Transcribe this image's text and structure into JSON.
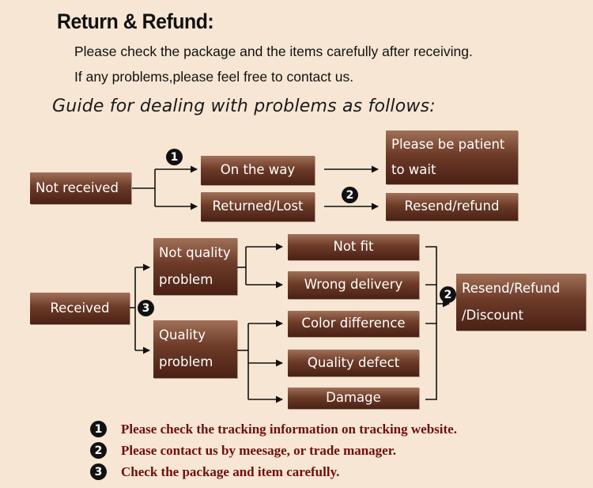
{
  "header": {
    "title": "Return & Refund:",
    "lines": [
      "Please check the package and the items carefully after receiving.",
      "If any problems,please feel free to contact us."
    ],
    "guide": "Guide for dealing with problems as follows:"
  },
  "flow": {
    "not_received": "Not received",
    "on_the_way": "On the way",
    "returned_lost": "Returned/Lost",
    "patient": [
      "Please be patient",
      "to wait"
    ],
    "resend_refund_small": "Resend/refund",
    "received": "Received",
    "not_quality": [
      "Not quality",
      "problem"
    ],
    "quality": [
      "Quality",
      "problem"
    ],
    "not_fit": "Not fit",
    "wrong_delivery": "Wrong delivery",
    "color_difference": "Color difference",
    "quality_defect": "Quality defect",
    "damage": "Damage",
    "resend_refund_discount": [
      "Resend/Refund",
      "/Discount"
    ]
  },
  "badges": {
    "one": "1",
    "two": "2",
    "three": "3"
  },
  "notes": [
    {
      "num": "1",
      "text": "Please check the tracking information on tracking website."
    },
    {
      "num": "2",
      "text": "Please contact us by meesage, or trade manager."
    },
    {
      "num": "3",
      "text": "Check the package and item carefully."
    }
  ],
  "colors": {
    "background": "#f7e6d3",
    "box": "#5a2a1a",
    "note_text": "#6e0e0e"
  }
}
